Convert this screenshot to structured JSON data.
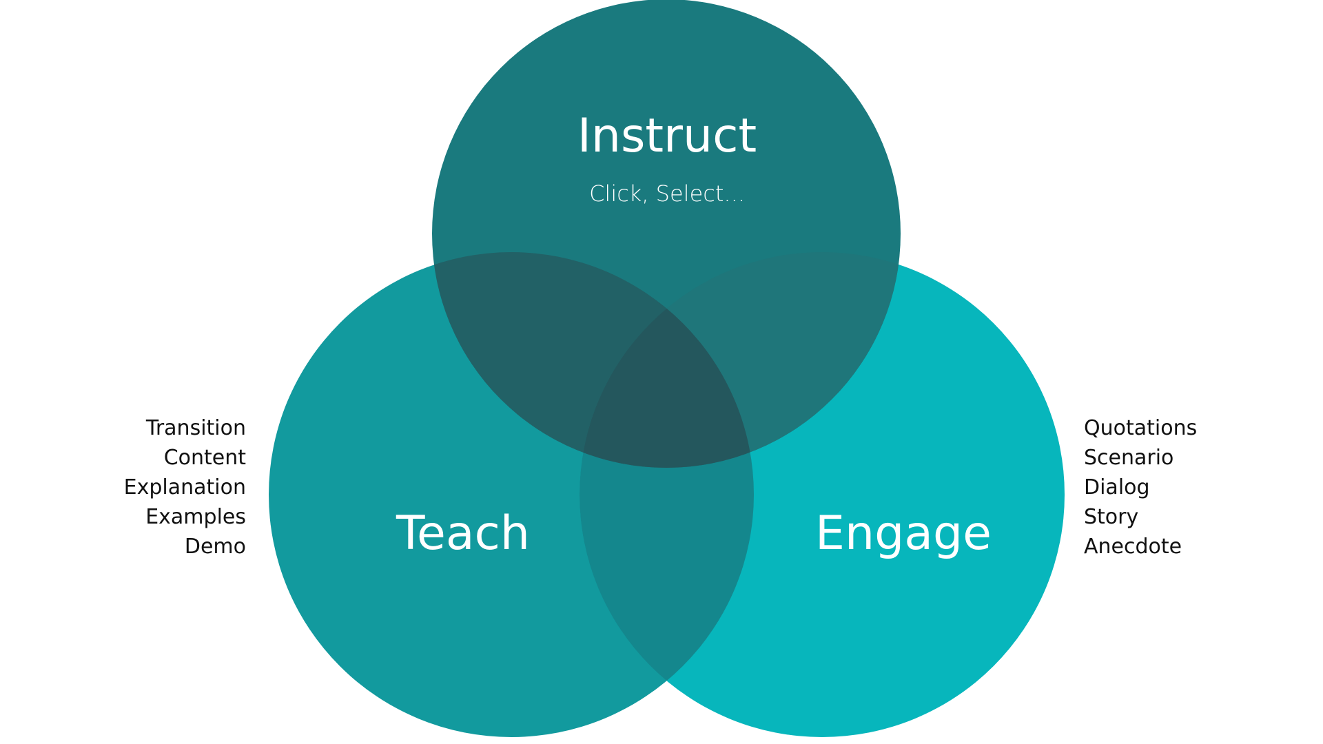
{
  "diagram": {
    "circles": {
      "instruct": {
        "label": "Instruct",
        "sublabel": "Click, Select...",
        "color": "#1A7A7E"
      },
      "teach": {
        "label": "Teach",
        "color": "#129A9E"
      },
      "engage": {
        "label": "Engage",
        "color": "#07B6BC"
      }
    },
    "overlap_colors": {
      "instruct_teach": "#226166",
      "instruct_engage": "#1F767A",
      "teach_engage": "#14878D",
      "center": "#24575D"
    },
    "teach_items": [
      "Transition",
      "Content",
      "Explanation",
      "Examples",
      "Demo"
    ],
    "engage_items": [
      "Quotations",
      "Scenario",
      "Dialog",
      "Story",
      "Anecdote"
    ]
  }
}
